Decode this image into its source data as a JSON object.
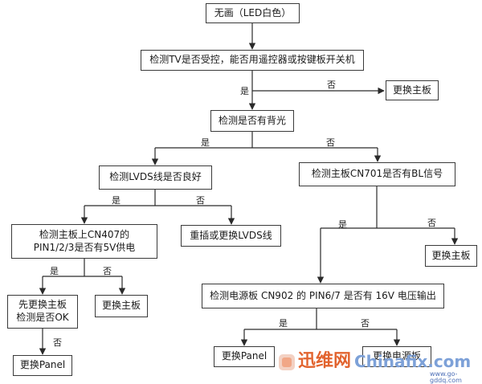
{
  "nodes": {
    "n1": "无画（LED白色）",
    "n2": "检测TV是否受控，能否用遥控器或按键板开关机",
    "n3": "更换主板",
    "n4": "检测是否有背光",
    "n5": "检测LVDS线是否良好",
    "n6": "检测主板CN701是否有BL信号",
    "n7_line1": "检测主板上CN407的",
    "n7_line2": "PIN1/2/3是否有5V供电",
    "n8": "重插或更换LVDS线",
    "n9": "更换主板",
    "n10": "更换主板",
    "n11_line1": "先更换主板",
    "n11_line2": "检测是否OK",
    "n12": "检测电源板 CN902 的 PIN6/7 是否有 16V 电压输出",
    "n13": "更换Panel",
    "n14": "更换Panel",
    "n15": "更换电源板"
  },
  "labels": {
    "yes": "是",
    "no": "否"
  },
  "watermark": {
    "cn": "迅维网",
    "en": "Chinafix.com",
    "url": "www.go-gddq.com"
  }
}
